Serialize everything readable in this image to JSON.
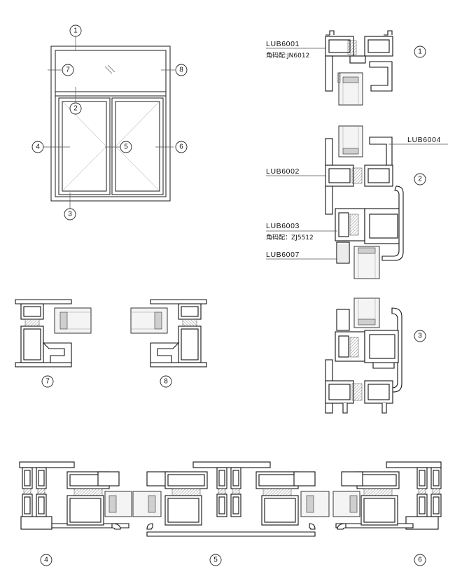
{
  "callouts": {
    "c1": "1",
    "c2": "2",
    "c3": "3",
    "c4": "4",
    "c5": "5",
    "c6": "6",
    "c7": "7",
    "c8": "8"
  },
  "labels": {
    "lub6001": "LUB6001",
    "lub6001_note": "角码配:JN6012",
    "lub6004": "LUB6004",
    "lub6002": "LUB6002",
    "lub6003": "LUB6003",
    "lub6003_note": "角码配：ZJ5512",
    "lub6007": "LUB6007"
  },
  "colors": {
    "line": "#111111",
    "gasket": "#cfcfcf",
    "glass": "#f4f4f4"
  }
}
